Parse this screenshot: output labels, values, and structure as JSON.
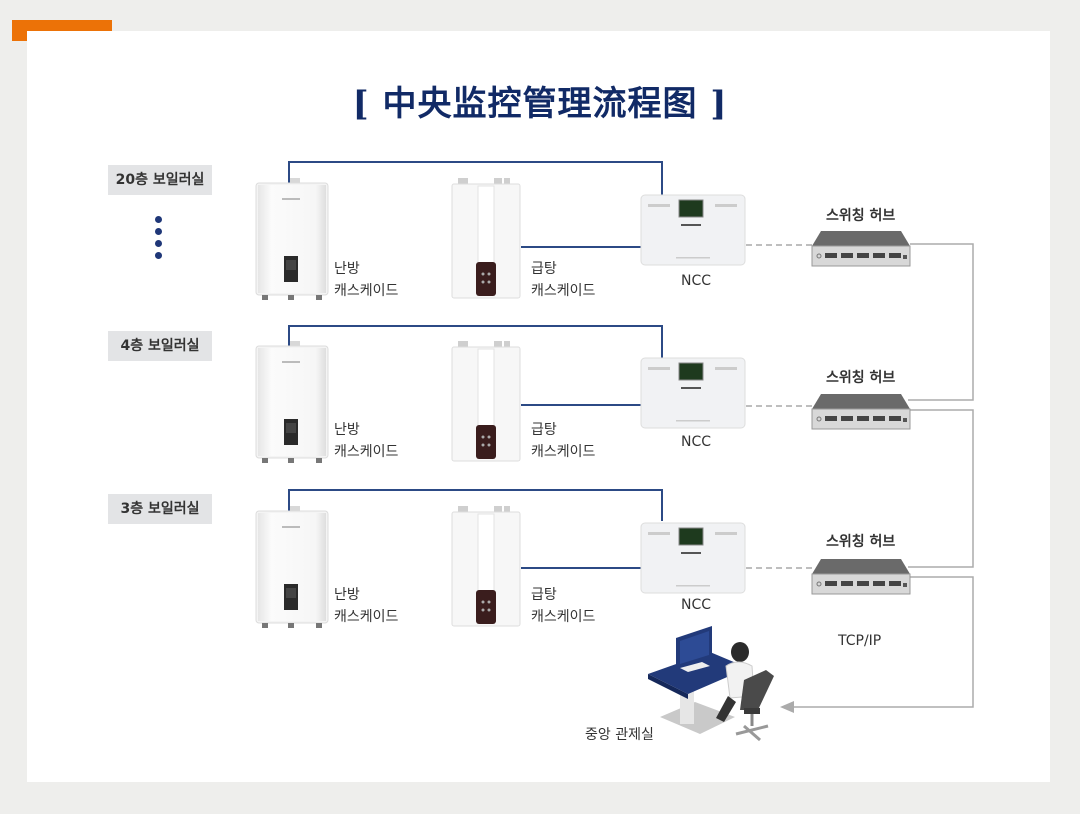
{
  "title": "[ 中央监控管理流程图 ]",
  "colors": {
    "accent_orange": "#ec7207",
    "title_navy": "#112a66",
    "control_line": "#2c4a85",
    "network_line": "#a8a8a8"
  },
  "rows": [
    {
      "floor": "20층 보일러실",
      "heating_label_1": "난방",
      "heating_label_2": "캐스케이드",
      "hotwater_label_1": "급탕",
      "hotwater_label_2": "캐스케이드",
      "ncc_label": "NCC",
      "hub_label": "스위칭 허브"
    },
    {
      "floor": "4층 보일러실",
      "heating_label_1": "난방",
      "heating_label_2": "캐스케이드",
      "hotwater_label_1": "급탕",
      "hotwater_label_2": "캐스케이드",
      "ncc_label": "NCC",
      "hub_label": "스위칭 허브"
    },
    {
      "floor": "3층 보일러실",
      "heating_label_1": "난방",
      "heating_label_2": "캐스케이드",
      "hotwater_label_1": "급탕",
      "hotwater_label_2": "캐스케이드",
      "ncc_label": "NCC",
      "hub_label": "스위칭 허브"
    }
  ],
  "network_label": "TCP/IP",
  "control_room_label": "중앙 관제실",
  "icons": {
    "ellipsis": "vertical-dots-icon",
    "heating_boiler": "boiler-icon",
    "hotwater_heater": "water-heater-icon",
    "ncc": "controller-icon",
    "hub": "switch-hub-icon",
    "operator": "operator-workstation-icon"
  }
}
